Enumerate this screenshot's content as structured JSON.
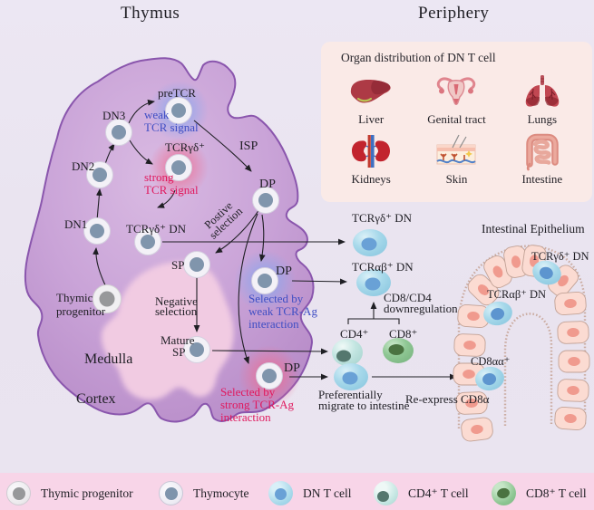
{
  "titles": {
    "thymus": "Thymus",
    "periphery": "Periphery"
  },
  "thymus": {
    "progenitor": {
      "line1": "Thymic",
      "line2": "progenitor"
    },
    "stages": {
      "dn1": "DN1",
      "dn2": "DN2",
      "dn3": "DN3",
      "pretcr": "preTCR",
      "tcr_gd": "TCRγδ⁺",
      "isp": "ISP",
      "dp": "DP",
      "tcr_gd_dn": "TCRγδ⁺ DN",
      "sp": "SP",
      "mature": {
        "line1": "Mature",
        "line2": "SP"
      },
      "dp_weak": "DP",
      "dp_strong": "DP"
    },
    "signals": {
      "weak": {
        "line1": "weak",
        "line2": "TCR signal"
      },
      "strong": {
        "line1": "strong",
        "line2": "TCR signal"
      }
    },
    "selection": {
      "positive": {
        "line1": "Postive",
        "line2": "selection"
      },
      "negative": {
        "line1": "Negative",
        "line2": "selection"
      }
    },
    "selected_weak": {
      "line1": "Selected by",
      "line2": "weak TCR-Ag",
      "line3": "interaction"
    },
    "selected_strong": {
      "line1": "Selected by",
      "line2": "strong TCR-Ag",
      "line3": "interaction"
    },
    "regions": {
      "medulla": "Medulla",
      "cortex": "Cortex"
    }
  },
  "periphery": {
    "organ_box": {
      "heading": "Organ distribution of DN T cell",
      "organs": [
        {
          "name": "Liver"
        },
        {
          "name": "Genital tract"
        },
        {
          "name": "Lungs"
        },
        {
          "name": "Kidneys"
        },
        {
          "name": "Skin"
        },
        {
          "name": "Intestine"
        }
      ]
    },
    "cells": {
      "tcr_gd_dn": "TCRγδ⁺ DN",
      "tcr_ab_dn": "TCRαβ⁺ DN",
      "downregulation": {
        "line1": "CD8/CD4",
        "line2": "downregulation"
      },
      "cd4": "CD4⁺",
      "cd8": "CD8⁺",
      "migrate": {
        "line1": "Preferentially",
        "line2": "migrate to intestine"
      },
      "reexpress": "Re-express CD8α"
    },
    "epithelium": {
      "title": "Intestinal Epithelium",
      "tcr_gd_dn": "TCRγδ⁺ DN",
      "tcr_ab_dn": "TCRαβ⁺ DN",
      "cd8aa": "CD8αα⁺"
    }
  },
  "legend": {
    "items": [
      {
        "label": "Thymic progenitor"
      },
      {
        "label": "Thymocyte"
      },
      {
        "label": "DN T cell"
      },
      {
        "label": "CD4⁺ T cell"
      },
      {
        "label": "CD8⁺ T cell"
      }
    ]
  },
  "colors": {
    "background": "#eae4f0",
    "thymus_fill": "#c8a3d6",
    "thymus_border": "#8a56ad",
    "medulla": "#f1cbe2",
    "organ_box": "#faeae7",
    "legend_bar": "#f8d5e8",
    "weak_signal_text": "#3f4ec4",
    "strong_signal_text": "#e0195e",
    "dn_cell": "#a6d8ea",
    "cd4_cell": "#c2e5e1",
    "cd8_cell": "#8cc591"
  }
}
